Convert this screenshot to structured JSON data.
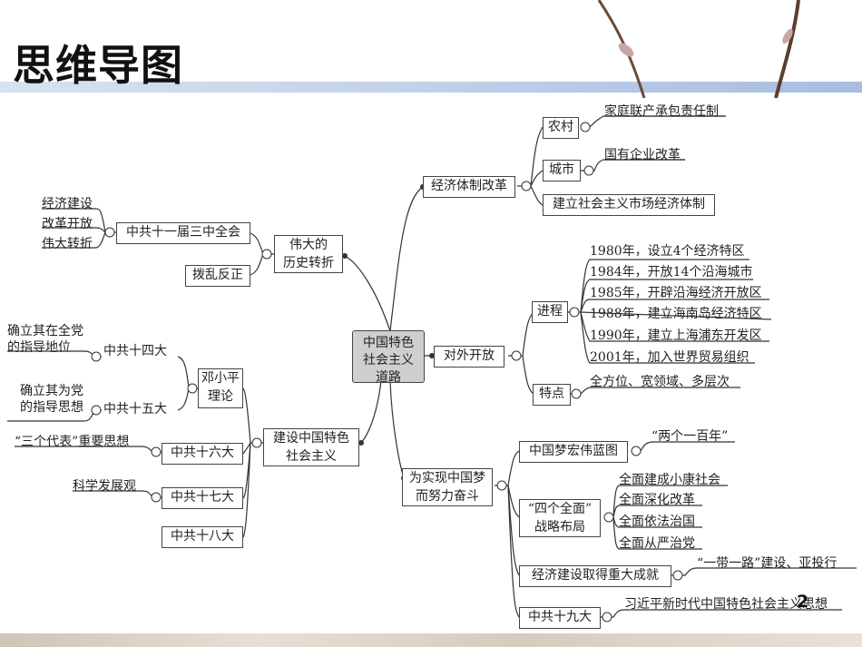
{
  "title": "思维导图",
  "page_number": "2",
  "center": [
    "中国特色",
    "社会主义",
    "道路"
  ],
  "economic": {
    "root": "经济体制改革",
    "rural": "农村",
    "rural_leaf": "家庭联产承包责任制",
    "urban": "城市",
    "urban_leaf": "国有企业改革",
    "market": "建立社会主义市场经济体制"
  },
  "opening": {
    "root": "对外开放",
    "process": "进程",
    "items": [
      "1980年，设立4个经济特区",
      "1984年，开放14个沿海城市",
      "1985年，开辟沿海经济开放区",
      "1988年，建立海南岛经济特区",
      "1990年，建立上海浦东开发区",
      "2001年，加入世界贸易组织"
    ],
    "features": "特点",
    "features_leaf": "全方位、宽领域、多层次"
  },
  "dream": {
    "root": [
      "为实现中国梦",
      "而努力奋斗"
    ],
    "blueprint": "中国梦宏伟蓝图",
    "blueprint_leaf": "“两个一百年”",
    "four": [
      "“四个全面”",
      "战略布局"
    ],
    "four_items": [
      "全面建成小康社会",
      "全面深化改革",
      "全面依法治国",
      "全面从严治党"
    ],
    "achieve": "经济建设取得重大成就",
    "achieve_leaf": "“一带一路”建设、亚投行",
    "nineteen": "中共十九大",
    "nineteen_leaf": "习近平新时代中国特色社会主义思想"
  },
  "turn": {
    "root": [
      "伟大的",
      "历史转折"
    ],
    "plenum": "中共十一届三中全会",
    "plenum_items": [
      "经济建设",
      "改革开放",
      "伟大转折"
    ],
    "correct": "拨乱反正"
  },
  "build": {
    "root": [
      "建设中国特色",
      "社会主义"
    ],
    "deng": [
      "邓小平",
      "理论"
    ],
    "c14": "中共十四大",
    "c14_leaf": [
      "确立其在全党",
      "的指导地位"
    ],
    "c15": "中共十五大",
    "c15_leaf": [
      "确立其为党",
      "的指导思想"
    ],
    "c16": "中共十六大",
    "c16_leaf": "“三个代表”重要思想",
    "c17": "中共十七大",
    "c17_leaf": "科学发展观",
    "c18": "中共十八大"
  }
}
